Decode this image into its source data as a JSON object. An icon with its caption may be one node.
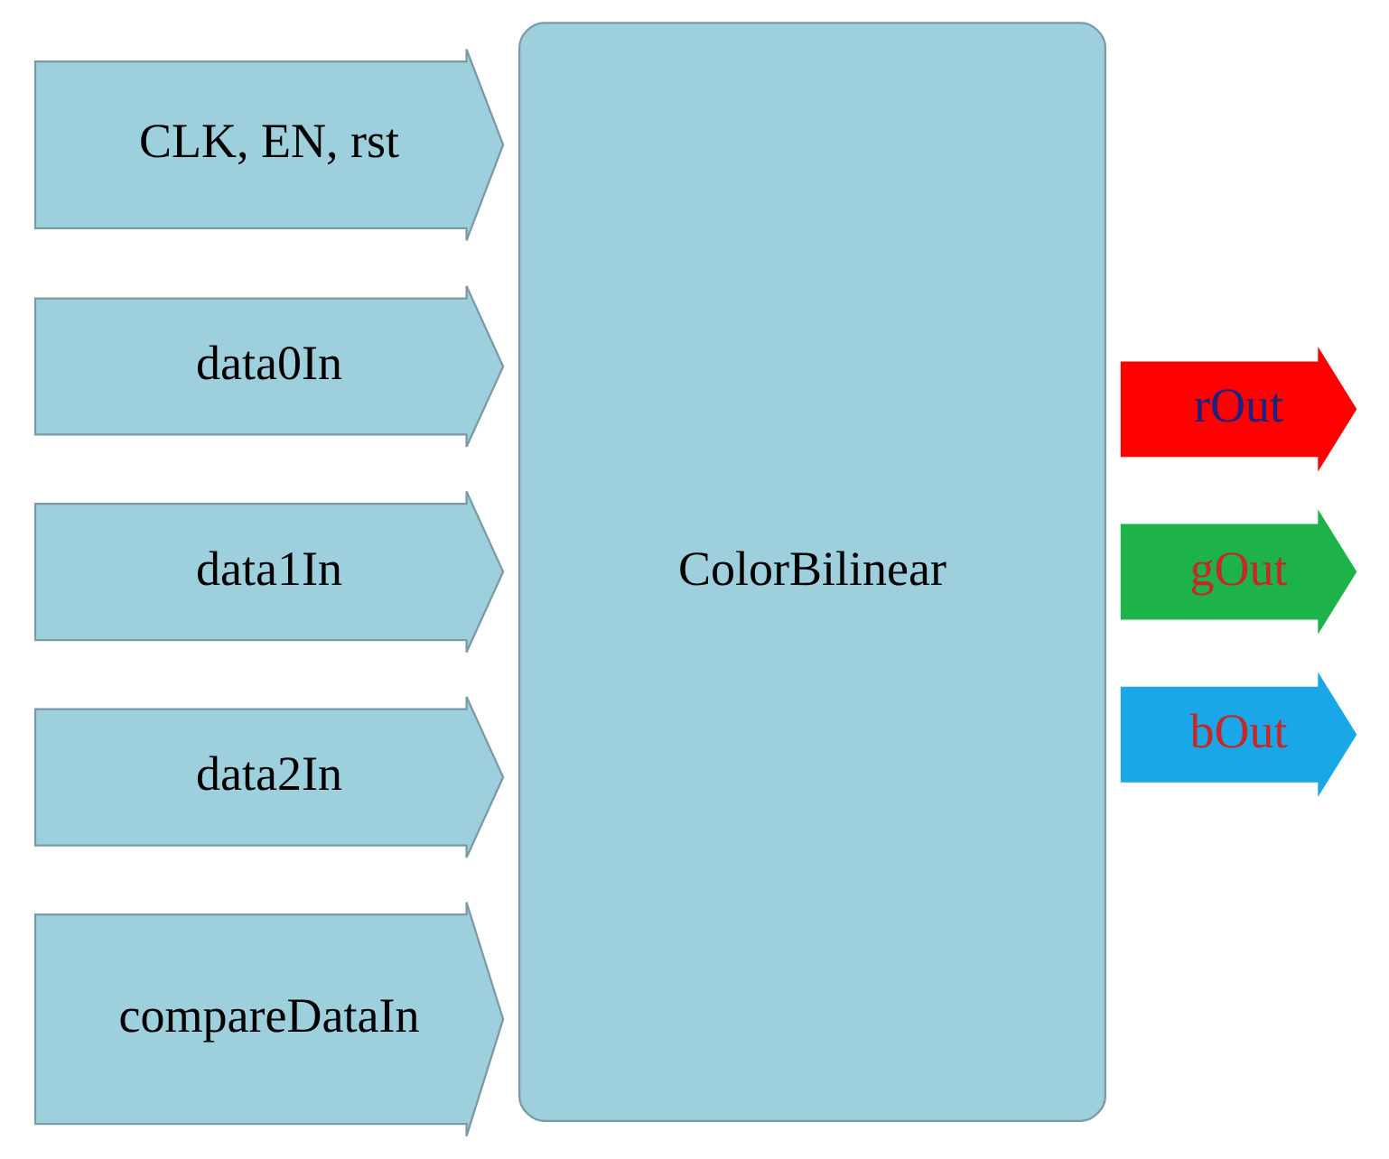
{
  "diagram": {
    "nodes": [
      {
        "text": [
          "CLK, EN, rst"
        ]
      },
      {
        "text": [
          "data0In"
        ]
      },
      {
        "text": [
          "data1In"
        ]
      },
      {
        "text": [
          "data2In"
        ]
      },
      {
        "text": [
          "compareDataIn"
        ]
      },
      {
        "text": [
          "ColorBilinear"
        ]
      },
      {
        "text": [
          "rOut"
        ]
      },
      {
        "text": [
          "gOut"
        ]
      },
      {
        "text": [
          "bOut"
        ]
      }
    ]
  }
}
